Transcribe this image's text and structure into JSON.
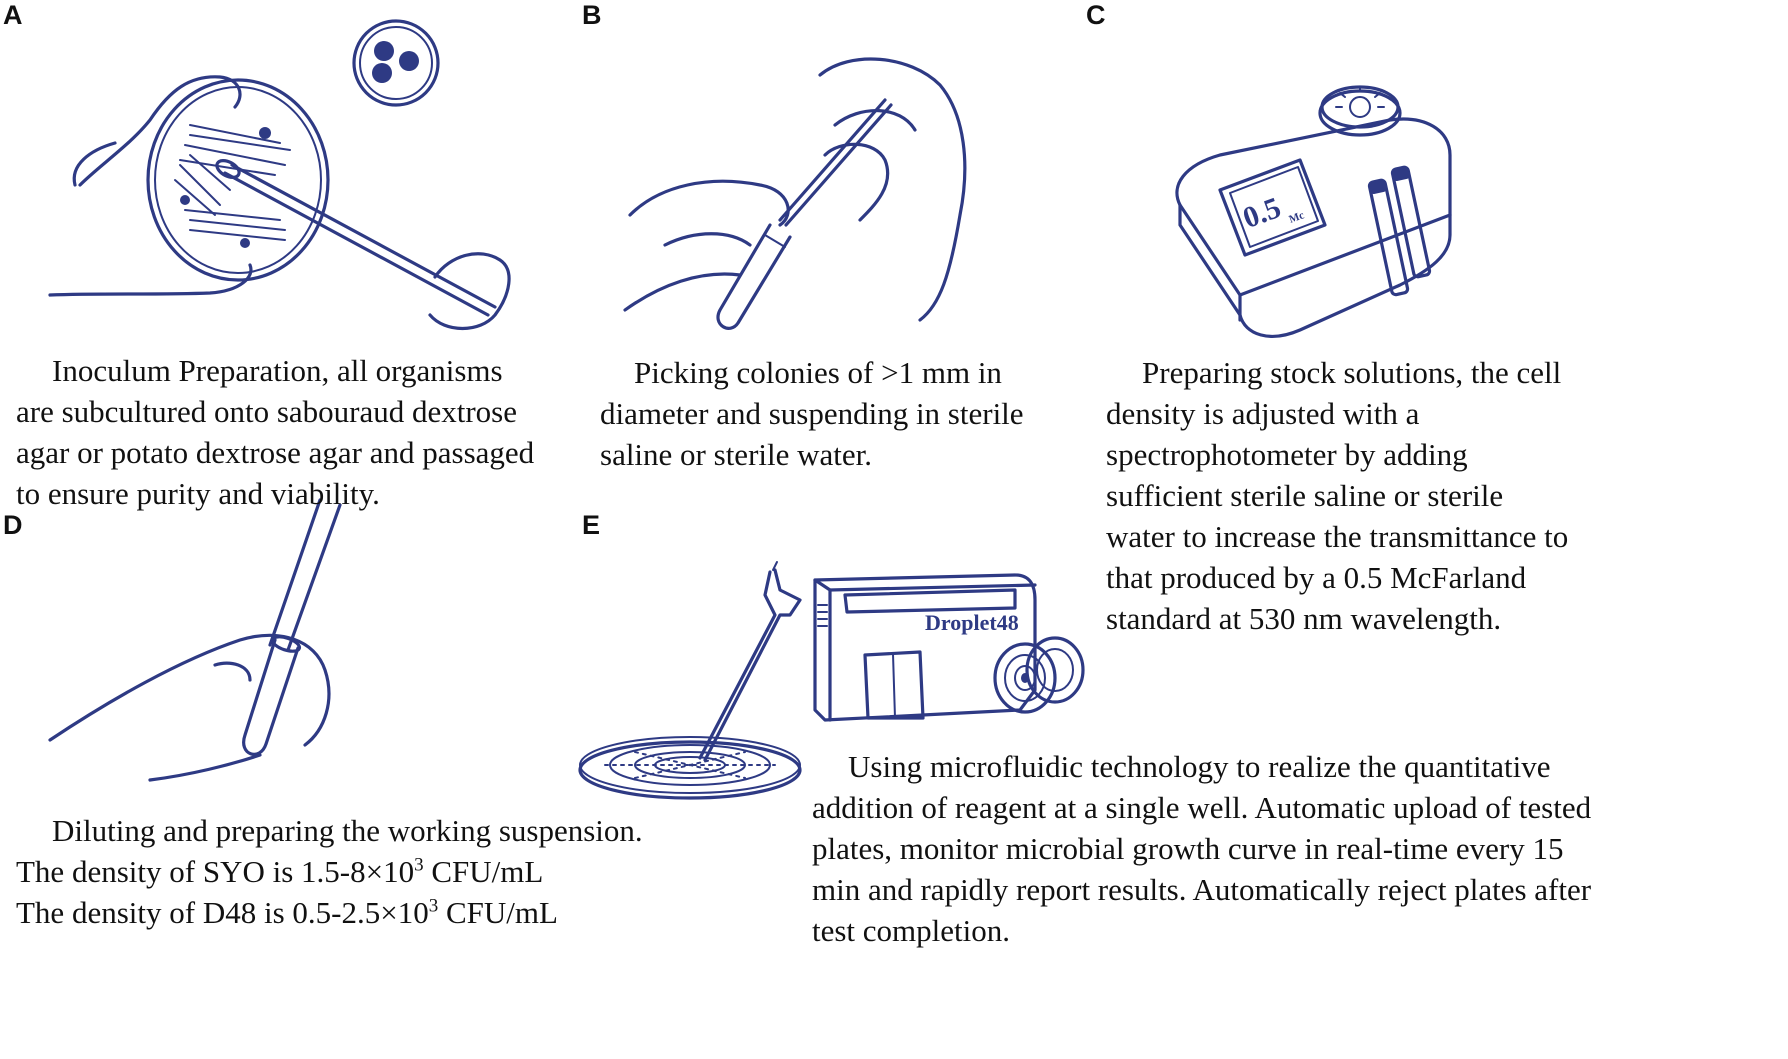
{
  "accent_color": "#2e3a84",
  "panels": {
    "A": {
      "letter": "A",
      "caption_lines": [
        "Inoculum Preparation, all organisms",
        "are subcultured onto sabouraud dextrose",
        "agar or potato dextrose agar and passaged",
        "to ensure purity and viability."
      ]
    },
    "B": {
      "letter": "B",
      "caption_lines": [
        "Picking colonies of >1 mm in",
        "diameter and suspending in sterile",
        "saline or sterile water."
      ]
    },
    "C": {
      "letter": "C",
      "display_value": "0.5",
      "display_unit": "Mc",
      "caption_lines": [
        "Preparing stock solutions, the cell",
        "density is adjusted with a",
        "spectrophotometer by adding",
        "sufficient sterile saline or sterile",
        "water to increase the transmittance to",
        "that produced by a 0.5 McFarland",
        "standard at 530 nm wavelength."
      ]
    },
    "D": {
      "letter": "D",
      "caption_line1": "Diluting and preparing the working suspension.",
      "density_syo_prefix": "The density of SYO is 1.5-8×10",
      "density_syo_exp": "3",
      "density_syo_unit": " CFU/mL",
      "density_d48_prefix": "The density of D48 is 0.5-2.5×10",
      "density_d48_exp": "3",
      "density_d48_unit": " CFU/mL"
    },
    "E": {
      "letter": "E",
      "device_label": "Droplet48",
      "caption_lines": [
        "Using microfluidic technology to realize the quantitative",
        "addition of reagent at a single well. Automatic upload of tested",
        "plates, monitor microbial growth curve in real-time every 15",
        "min and rapidly report results. Automatically reject plates after",
        "test completion."
      ]
    }
  }
}
